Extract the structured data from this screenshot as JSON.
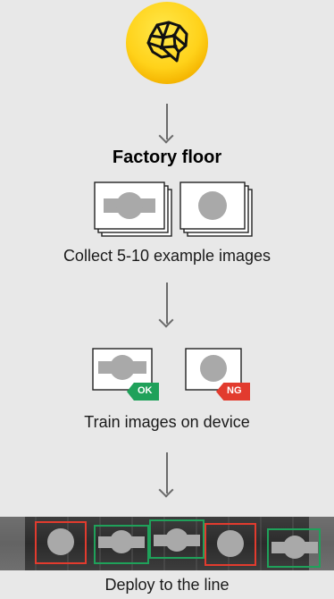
{
  "diagram": {
    "logo_icon": "brain-circuit-icon",
    "step1": {
      "title": "Factory floor",
      "caption": "Collect 5-10 example images"
    },
    "step2": {
      "caption": "Train images on device",
      "ok_tag": "OK",
      "ng_tag": "NG"
    },
    "step3": {
      "caption": "Deploy to the line"
    },
    "colors": {
      "logo_yellow": "#ffd21a",
      "ok_green": "#1fa15a",
      "ng_red": "#e23b2e",
      "part_gray": "#a9a9a9",
      "belt_dark": "#2f2f2f"
    }
  }
}
